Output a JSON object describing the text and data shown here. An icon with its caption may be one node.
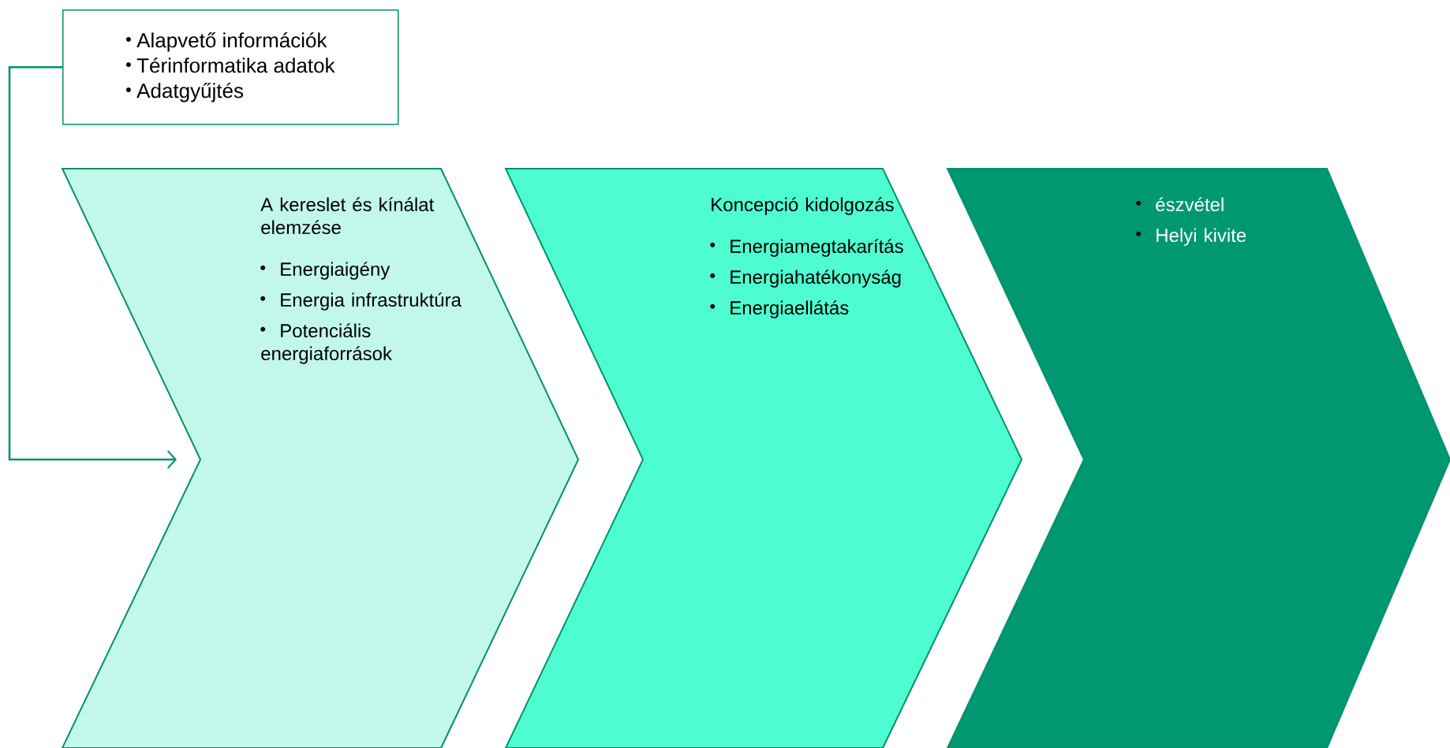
{
  "diagram": {
    "nodes": [
      {
        "text": [
          "Alapvető információk",
          "Térinformatika adatok",
          "Adatgyűjtés"
        ]
      },
      {
        "text": [
          "A kereslet és kínálat elemzése",
          "Energiaigény",
          "Energia infrastruktúra",
          "Potenciális energiaforrások"
        ]
      },
      {
        "text": [
          "Koncepció kidolgozás",
          "Energiamegtakarítás",
          "Energiahatékonyság",
          "Energiaellátás"
        ]
      },
      {
        "text": [
          "észvétel",
          "Helyi kivite"
        ]
      }
    ],
    "edges": [
      {
        "from": 0,
        "to": 1,
        "arrow": "to"
      }
    ]
  }
}
